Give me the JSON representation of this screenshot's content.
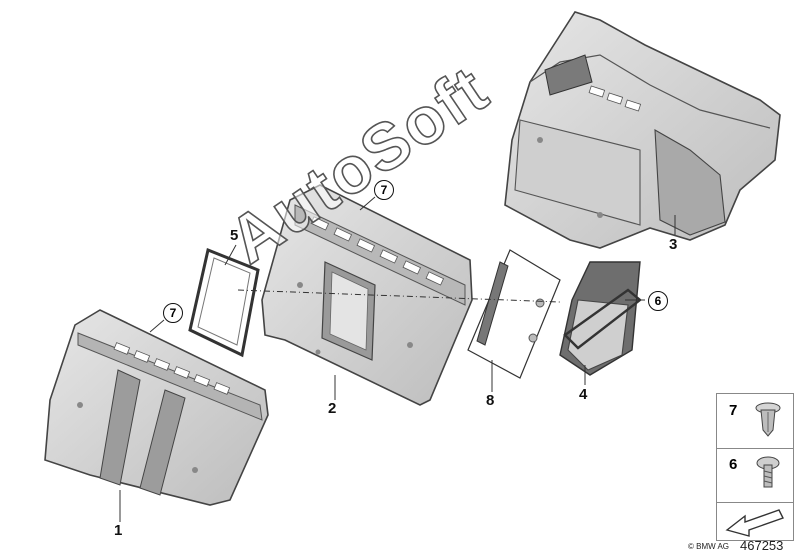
{
  "diagram": {
    "watermark": "AutoSoft",
    "callouts": {
      "part1": "1",
      "part2": "2",
      "part3": "3",
      "part4": "4",
      "part5": "5",
      "part6": "6",
      "part7a": "7",
      "part7b": "7",
      "part8": "8"
    },
    "legend": {
      "row1": "7",
      "row2": "6"
    },
    "footer": {
      "copyright": "© BMW AG",
      "image_id": "467253"
    }
  }
}
